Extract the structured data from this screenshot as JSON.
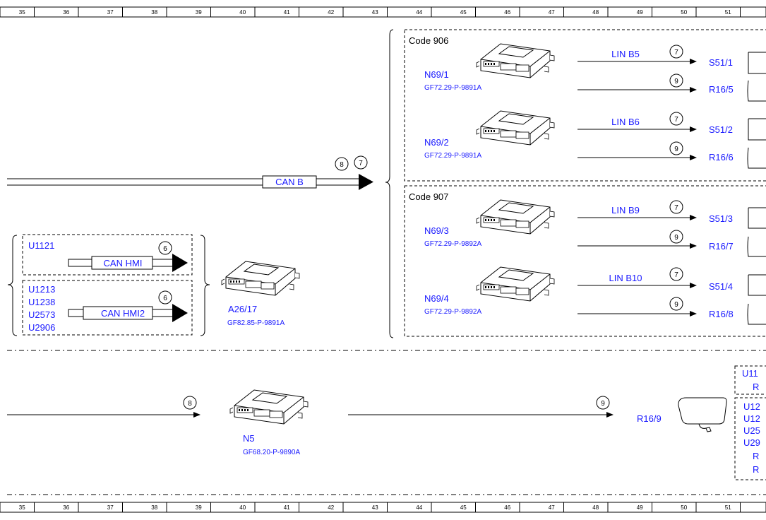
{
  "ruler": {
    "top_numbers": [
      "35",
      "36",
      "37",
      "38",
      "39",
      "40",
      "41",
      "42",
      "43",
      "44",
      "45",
      "46",
      "47",
      "48",
      "49",
      "50",
      "51"
    ],
    "bottom_numbers": [
      "35",
      "36",
      "37",
      "38",
      "39",
      "40",
      "41",
      "42",
      "43",
      "44",
      "45",
      "46",
      "47",
      "48",
      "49",
      "50",
      "51"
    ]
  },
  "bus": {
    "can_b": "CAN B",
    "can_hmi": "CAN HMI",
    "can_hmi2": "CAN HMI2"
  },
  "circles": {
    "c8_main": "8",
    "c7_main": "7",
    "c6_hmi": "6",
    "c6_hmi2": "6",
    "c7_n691": "7",
    "c9_n691": "9",
    "c7_n692": "7",
    "c9_n692": "9",
    "c7_n693": "7",
    "c9_n693": "9",
    "c7_n694": "7",
    "c9_n694": "9",
    "c8_n5": "8",
    "c9_r169": "9"
  },
  "left_group": {
    "top_codes": [
      "U1121"
    ],
    "bottom_codes": [
      "U1213",
      "U1238",
      "U2573",
      "U2906"
    ]
  },
  "a2617": {
    "name": "A26/17",
    "ref": "GF82.85-P-9891A"
  },
  "code906": {
    "title": "Code 906",
    "n691": {
      "name": "N69/1",
      "ref": "GF72.29-P-9891A",
      "lin": "LIN B5",
      "s": "S51/1",
      "r": "R16/5"
    },
    "n692": {
      "name": "N69/2",
      "ref": "GF72.29-P-9891A",
      "lin": "LIN B6",
      "s": "S51/2",
      "r": "R16/6"
    }
  },
  "code907": {
    "title": "Code 907",
    "n693": {
      "name": "N69/3",
      "ref": "GF72.29-P-9892A",
      "lin": "LIN B9",
      "s": "S51/3",
      "r": "R16/7"
    },
    "n694": {
      "name": "N69/4",
      "ref": "GF72.29-P-9892A",
      "lin": "LIN B10",
      "s": "S51/4",
      "r": "R16/8"
    }
  },
  "n5": {
    "name": "N5",
    "ref": "GF68.20-P-9890A"
  },
  "r169": {
    "name": "R16/9"
  },
  "right_clip": {
    "top": [
      "U11",
      "R"
    ],
    "bottom": [
      "U12",
      "U12",
      "U25",
      "U29",
      "R",
      "R"
    ]
  },
  "colors": {
    "accent": "#1a1aff",
    "line": "#000000"
  }
}
